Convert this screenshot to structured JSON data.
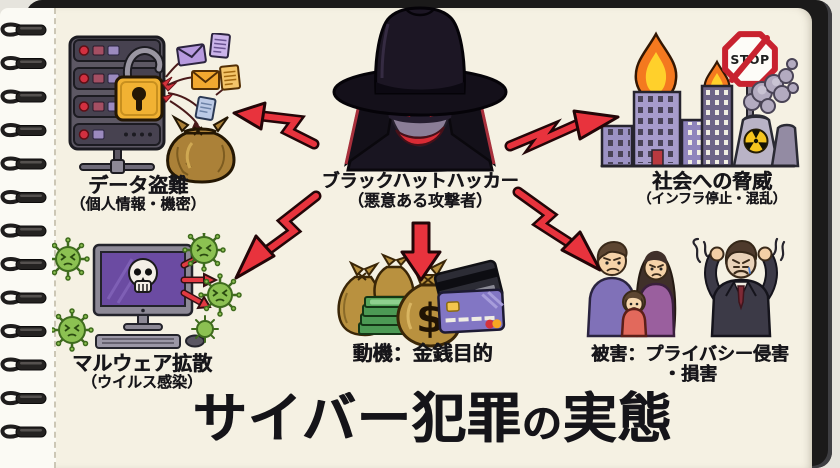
{
  "title": {
    "part1": "サイバー犯罪",
    "particle": "の",
    "part2": "実態"
  },
  "nodes": {
    "data_theft": {
      "label": "データ盗難",
      "sublabel": "（個人情報・機密）"
    },
    "hacker": {
      "label": "ブラックハットハッカー",
      "sublabel": "（悪意ある攻撃者）"
    },
    "society": {
      "label": "社会への脅威",
      "sublabel": "（インフラ停止・混乱）"
    },
    "malware": {
      "label": "マルウェア拡散",
      "sublabel": "（ウイルス感染）"
    },
    "motive": {
      "label": "動機：金銭目的"
    },
    "victims": {
      "label": "被害：プライバシー侵害",
      "label2": "・損害"
    }
  },
  "icons": {
    "stop_sign_text": "STOP",
    "dollar_sign": "$"
  },
  "colors": {
    "page": "#f5f1e3",
    "cover": "#1b1a1a",
    "arrow_red": "#e8333d",
    "lock_yellow": "#f1b233",
    "bag_brown": "#b9913f",
    "virus_green": "#8cc152",
    "screen_purple": "#6b4ba2",
    "building_purple": "#9c92c4",
    "flame_orange": "#f4791f",
    "flame_yellow": "#ffd02b",
    "stop_red": "#c8222f",
    "money_green": "#4c9a54",
    "card_purple": "#8276c4"
  }
}
